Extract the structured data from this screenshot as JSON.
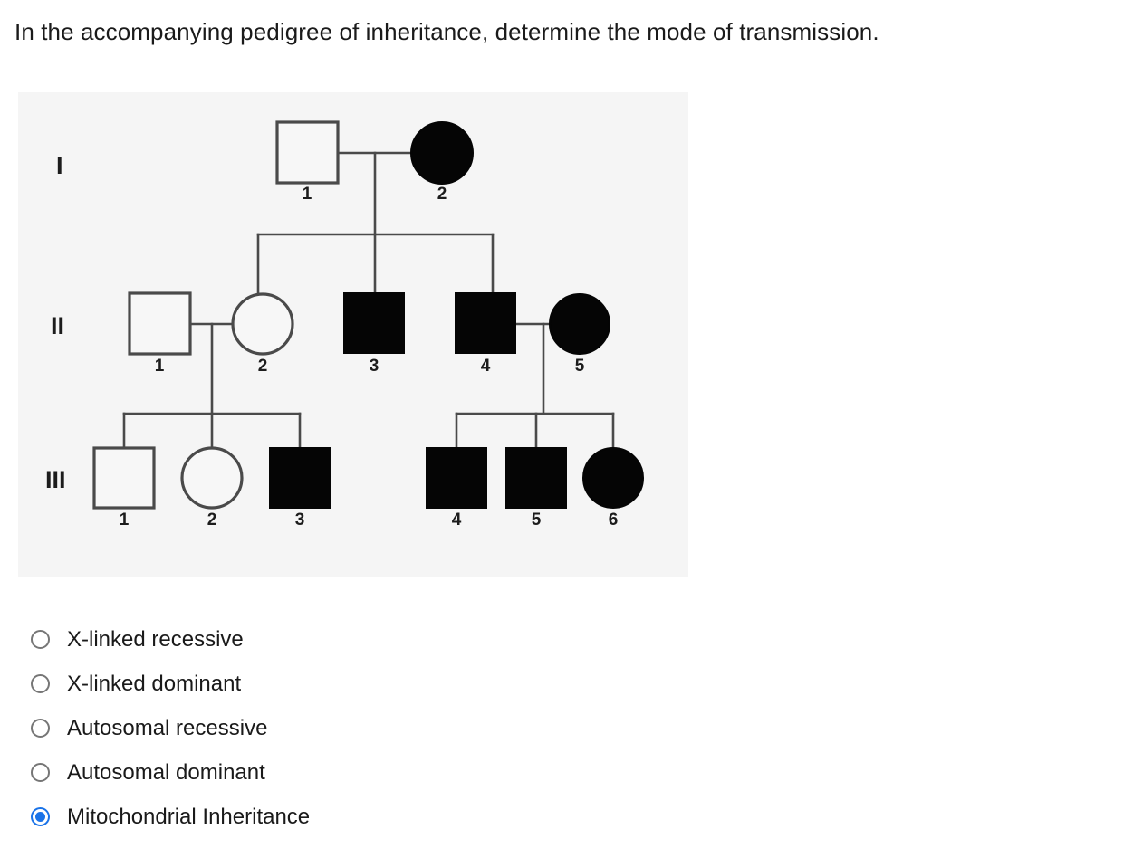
{
  "question": {
    "text": "In the accompanying pedigree of inheritance, determine the mode of transmission."
  },
  "pedigree": {
    "background_color": "#f5f5f5",
    "generations": [
      {
        "label": "I"
      },
      {
        "label": "II"
      },
      {
        "label": "III"
      }
    ],
    "individuals": [
      {
        "id": "I-1",
        "number": "1",
        "sex": "male",
        "status": "unaffected"
      },
      {
        "id": "I-2",
        "number": "2",
        "sex": "female",
        "status": "affected"
      },
      {
        "id": "II-1",
        "number": "1",
        "sex": "male",
        "status": "unaffected"
      },
      {
        "id": "II-2",
        "number": "2",
        "sex": "female",
        "status": "unaffected"
      },
      {
        "id": "II-3",
        "number": "3",
        "sex": "male",
        "status": "affected"
      },
      {
        "id": "II-4",
        "number": "4",
        "sex": "male",
        "status": "affected"
      },
      {
        "id": "II-5",
        "number": "5",
        "sex": "female",
        "status": "affected"
      },
      {
        "id": "III-1",
        "number": "1",
        "sex": "male",
        "status": "unaffected"
      },
      {
        "id": "III-2",
        "number": "2",
        "sex": "female",
        "status": "unaffected"
      },
      {
        "id": "III-3",
        "number": "3",
        "sex": "male",
        "status": "affected"
      },
      {
        "id": "III-4",
        "number": "4",
        "sex": "male",
        "status": "affected"
      },
      {
        "id": "III-5",
        "number": "5",
        "sex": "male",
        "status": "affected"
      },
      {
        "id": "III-6",
        "number": "6",
        "sex": "female",
        "status": "affected"
      }
    ],
    "matings": [
      {
        "partners": [
          "I-1",
          "I-2"
        ],
        "children": [
          "II-2",
          "II-3",
          "II-4"
        ]
      },
      {
        "partners": [
          "II-1",
          "II-2"
        ],
        "children": [
          "III-1",
          "III-2",
          "III-3"
        ]
      },
      {
        "partners": [
          "II-4",
          "II-5"
        ],
        "children": [
          "III-4",
          "III-5",
          "III-6"
        ]
      }
    ]
  },
  "options": {
    "selected_index": 4,
    "selected_color": "#1a73e8",
    "items": [
      {
        "label": "X-linked recessive",
        "selected": false
      },
      {
        "label": "X-linked dominant",
        "selected": false
      },
      {
        "label": "Autosomal recessive",
        "selected": false
      },
      {
        "label": "Autosomal dominant",
        "selected": false
      },
      {
        "label": "Mitochondrial Inheritance",
        "selected": true
      }
    ]
  }
}
